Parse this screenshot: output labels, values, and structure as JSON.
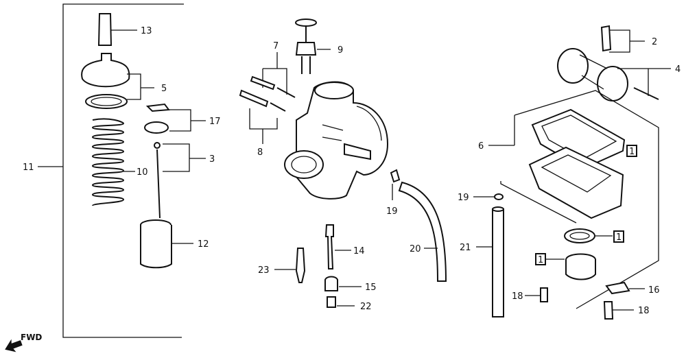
{
  "diagram": {
    "fwd_label": "FWD",
    "callouts": {
      "c1": "1",
      "c1b": "1",
      "c1c": "1",
      "c2": "2",
      "c3": "3",
      "c4": "4",
      "c5": "5",
      "c6": "6",
      "c7": "7",
      "c8": "8",
      "c9": "9",
      "c10": "10",
      "c11": "11",
      "c12": "12",
      "c13": "13",
      "c14": "14",
      "c15": "15",
      "c16": "16",
      "c17": "17",
      "c18a": "18",
      "c18b": "18",
      "c19a": "19",
      "c19b": "19",
      "c20": "20",
      "c21": "21",
      "c22": "22",
      "c23": "23"
    }
  }
}
